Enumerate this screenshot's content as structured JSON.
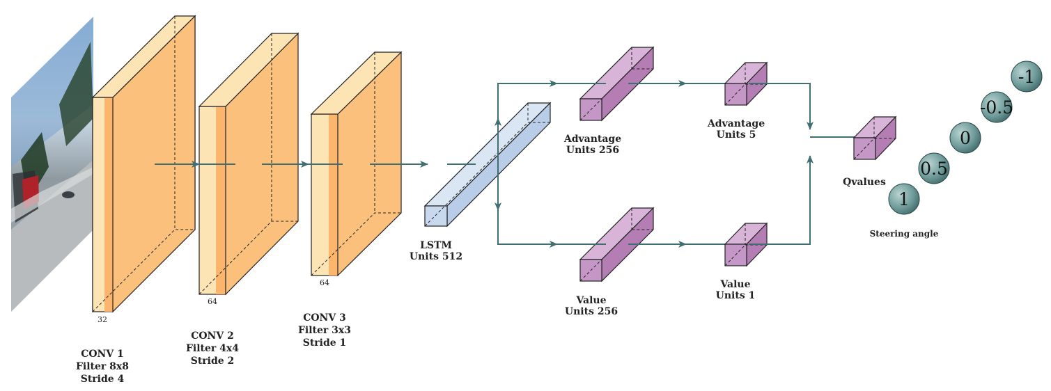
{
  "layers": {
    "conv1": {
      "name": "CONV 1",
      "filter": "Filter 8x8",
      "stride": "Stride 4",
      "depth_label": "32"
    },
    "conv2": {
      "name": "CONV 2",
      "filter": "Filter 4x4",
      "stride": "Stride 2",
      "depth_label": "64"
    },
    "conv3": {
      "name": "CONV 3",
      "filter": "Filter 3x3",
      "stride": "Stride 1",
      "depth_label": "64"
    },
    "lstm": {
      "name": "LSTM",
      "units": "Units 512"
    },
    "adv256": {
      "name": "Advantage",
      "units": "Units 256"
    },
    "adv5": {
      "name": "Advantage",
      "units": "Units 5"
    },
    "val256": {
      "name": "Value",
      "units": "Units 256"
    },
    "val1": {
      "name": "Value",
      "units": "Units 1"
    },
    "qvalues": {
      "name": "Qvalues"
    }
  },
  "steering": {
    "label": "Steering angle",
    "values": [
      "1",
      "0.5",
      "0",
      "-0.5",
      "-1"
    ]
  },
  "colors": {
    "conv_front": "#fde4b5",
    "conv_side": "#fcc07d",
    "conv_stripe": "#fbb56c",
    "lstm": "#c8d9ee",
    "dense": "#c597c6",
    "flow": "#3f6f70",
    "ball": "#5f8d8c"
  }
}
